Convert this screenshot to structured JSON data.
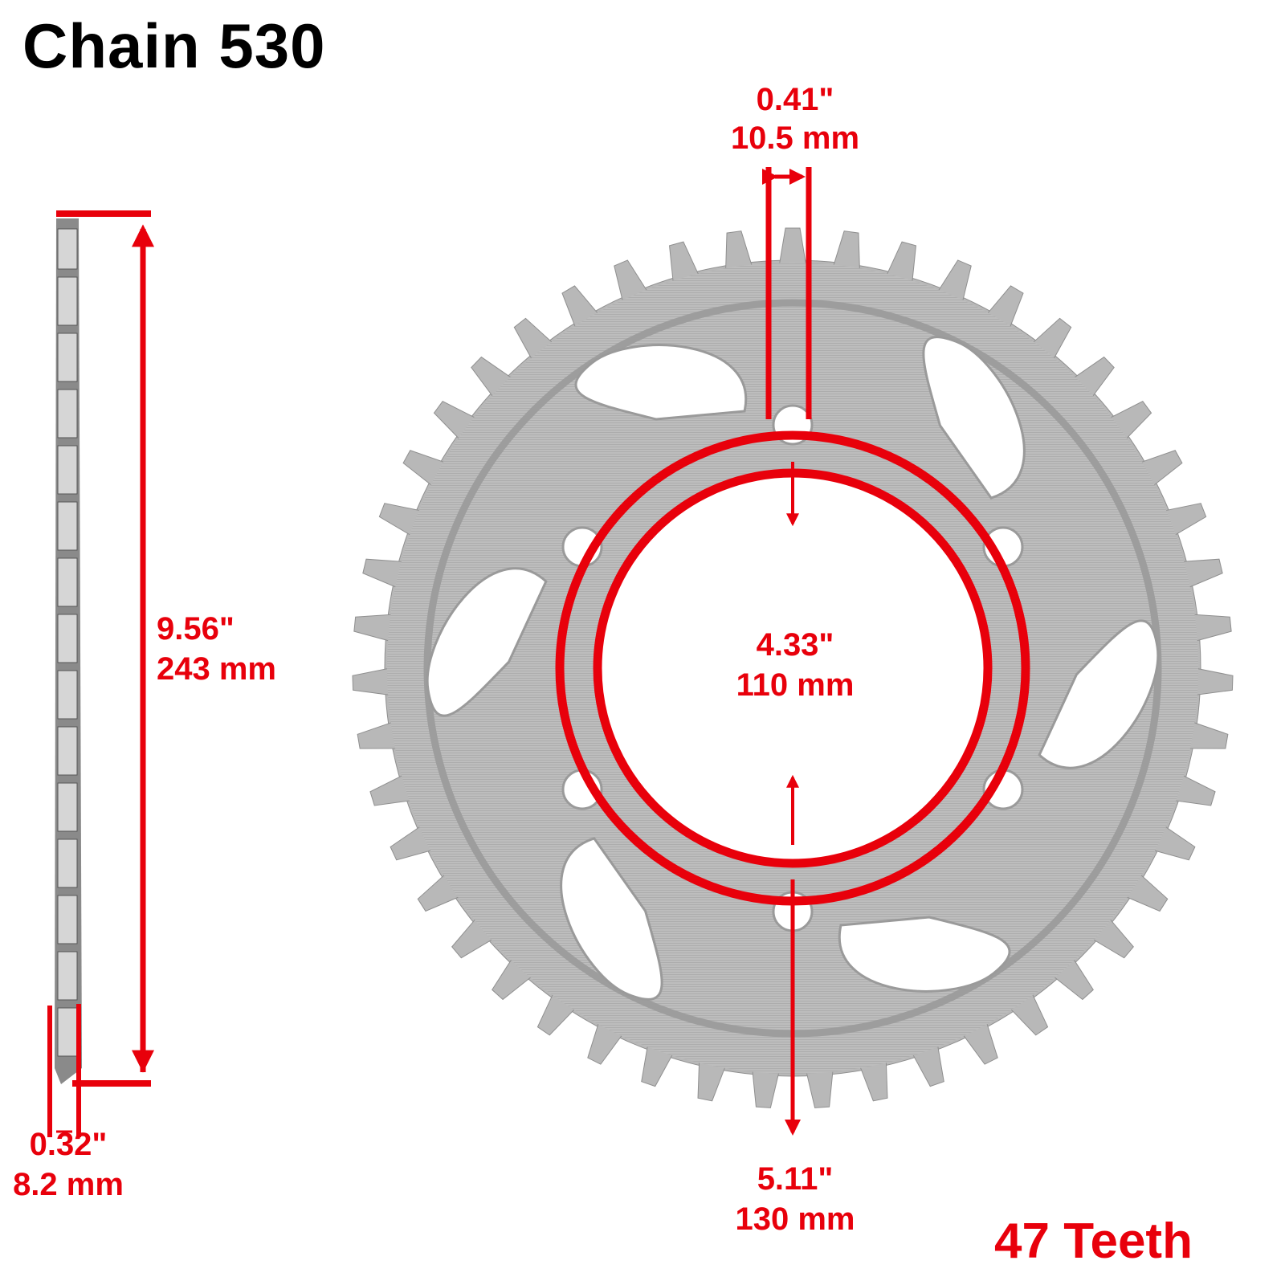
{
  "title": "Chain 530",
  "colors": {
    "annotation_red": "#e8000b",
    "sprocket_steel": "#b9b9b9",
    "title_black": "#000000",
    "background": "#ffffff"
  },
  "dimensions": {
    "tooth_width": {
      "inches": "0.41\"",
      "mm": "10.5 mm"
    },
    "outer_diameter": {
      "inches": "9.56\"",
      "mm": "243 mm"
    },
    "thickness": {
      "inches": "0.32\"",
      "mm": "8.2 mm"
    },
    "inner_diameter": {
      "inches": "4.33\"",
      "mm": "110 mm"
    },
    "bolt_circle_diameter": {
      "inches": "5.11\"",
      "mm": "130 mm"
    }
  },
  "teeth_label": "47 Teeth",
  "sprocket": {
    "teeth_count": 47,
    "bolt_holes": 6,
    "lightening_cutouts": 6
  }
}
